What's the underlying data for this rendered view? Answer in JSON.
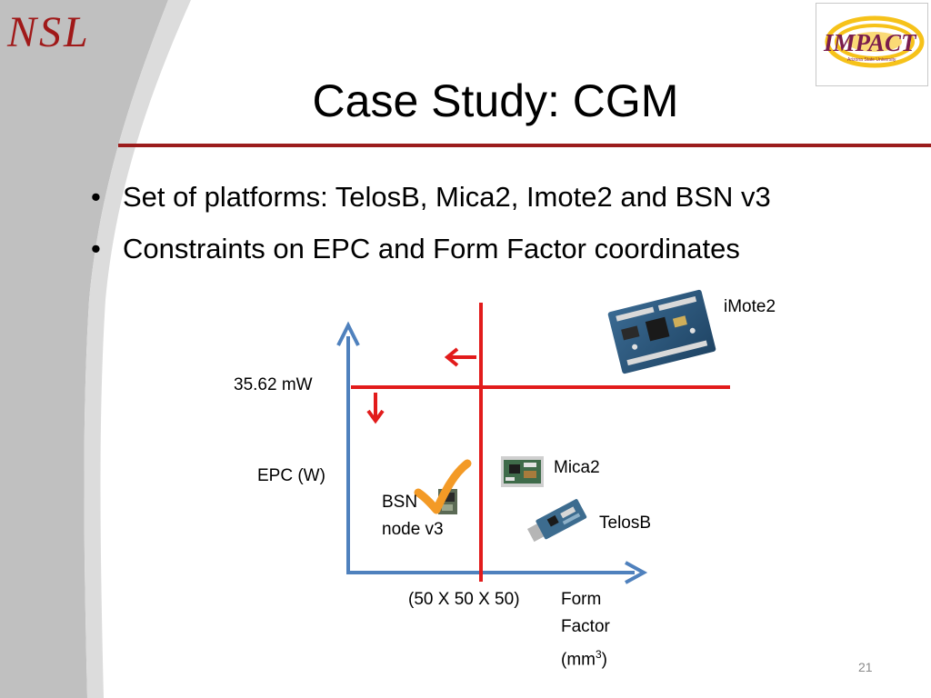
{
  "logo": {
    "text": "NSL"
  },
  "impact_logo": {
    "text": "IMPACT",
    "tagline": "Arizona State University"
  },
  "slide": {
    "title": "Case Study: CGM",
    "bullets": [
      "Set of platforms: TelosB, Mica2, Imote2 and BSN v3",
      "Constraints on EPC and Form Factor coordinates"
    ],
    "bullet_marker": "•",
    "page_number": "21"
  },
  "diagram": {
    "epc_threshold": "35.62 mW",
    "y_axis_label": "EPC (W)",
    "x_threshold": "(50 X 50 X 50)",
    "x_axis_label_line1": "Form",
    "x_axis_label_line2": "Factor",
    "x_axis_label_line3": "(mm",
    "x_axis_label_sup": "3",
    "x_axis_label_close": ")",
    "platforms": {
      "imote2": "iMote2",
      "mica2": "Mica2",
      "telosb": "TelosB",
      "bsn_line1": "BSN",
      "bsn_line2": "node v3"
    },
    "selected_platform": "BSN node v3"
  },
  "colors": {
    "title_rule": "#9b1c1c",
    "axis": "#4f81bd",
    "constraint": "#e21b1b",
    "checkmark": "#f39a26",
    "side_band": "#c0c0c0",
    "logo_red": "#a01919"
  }
}
